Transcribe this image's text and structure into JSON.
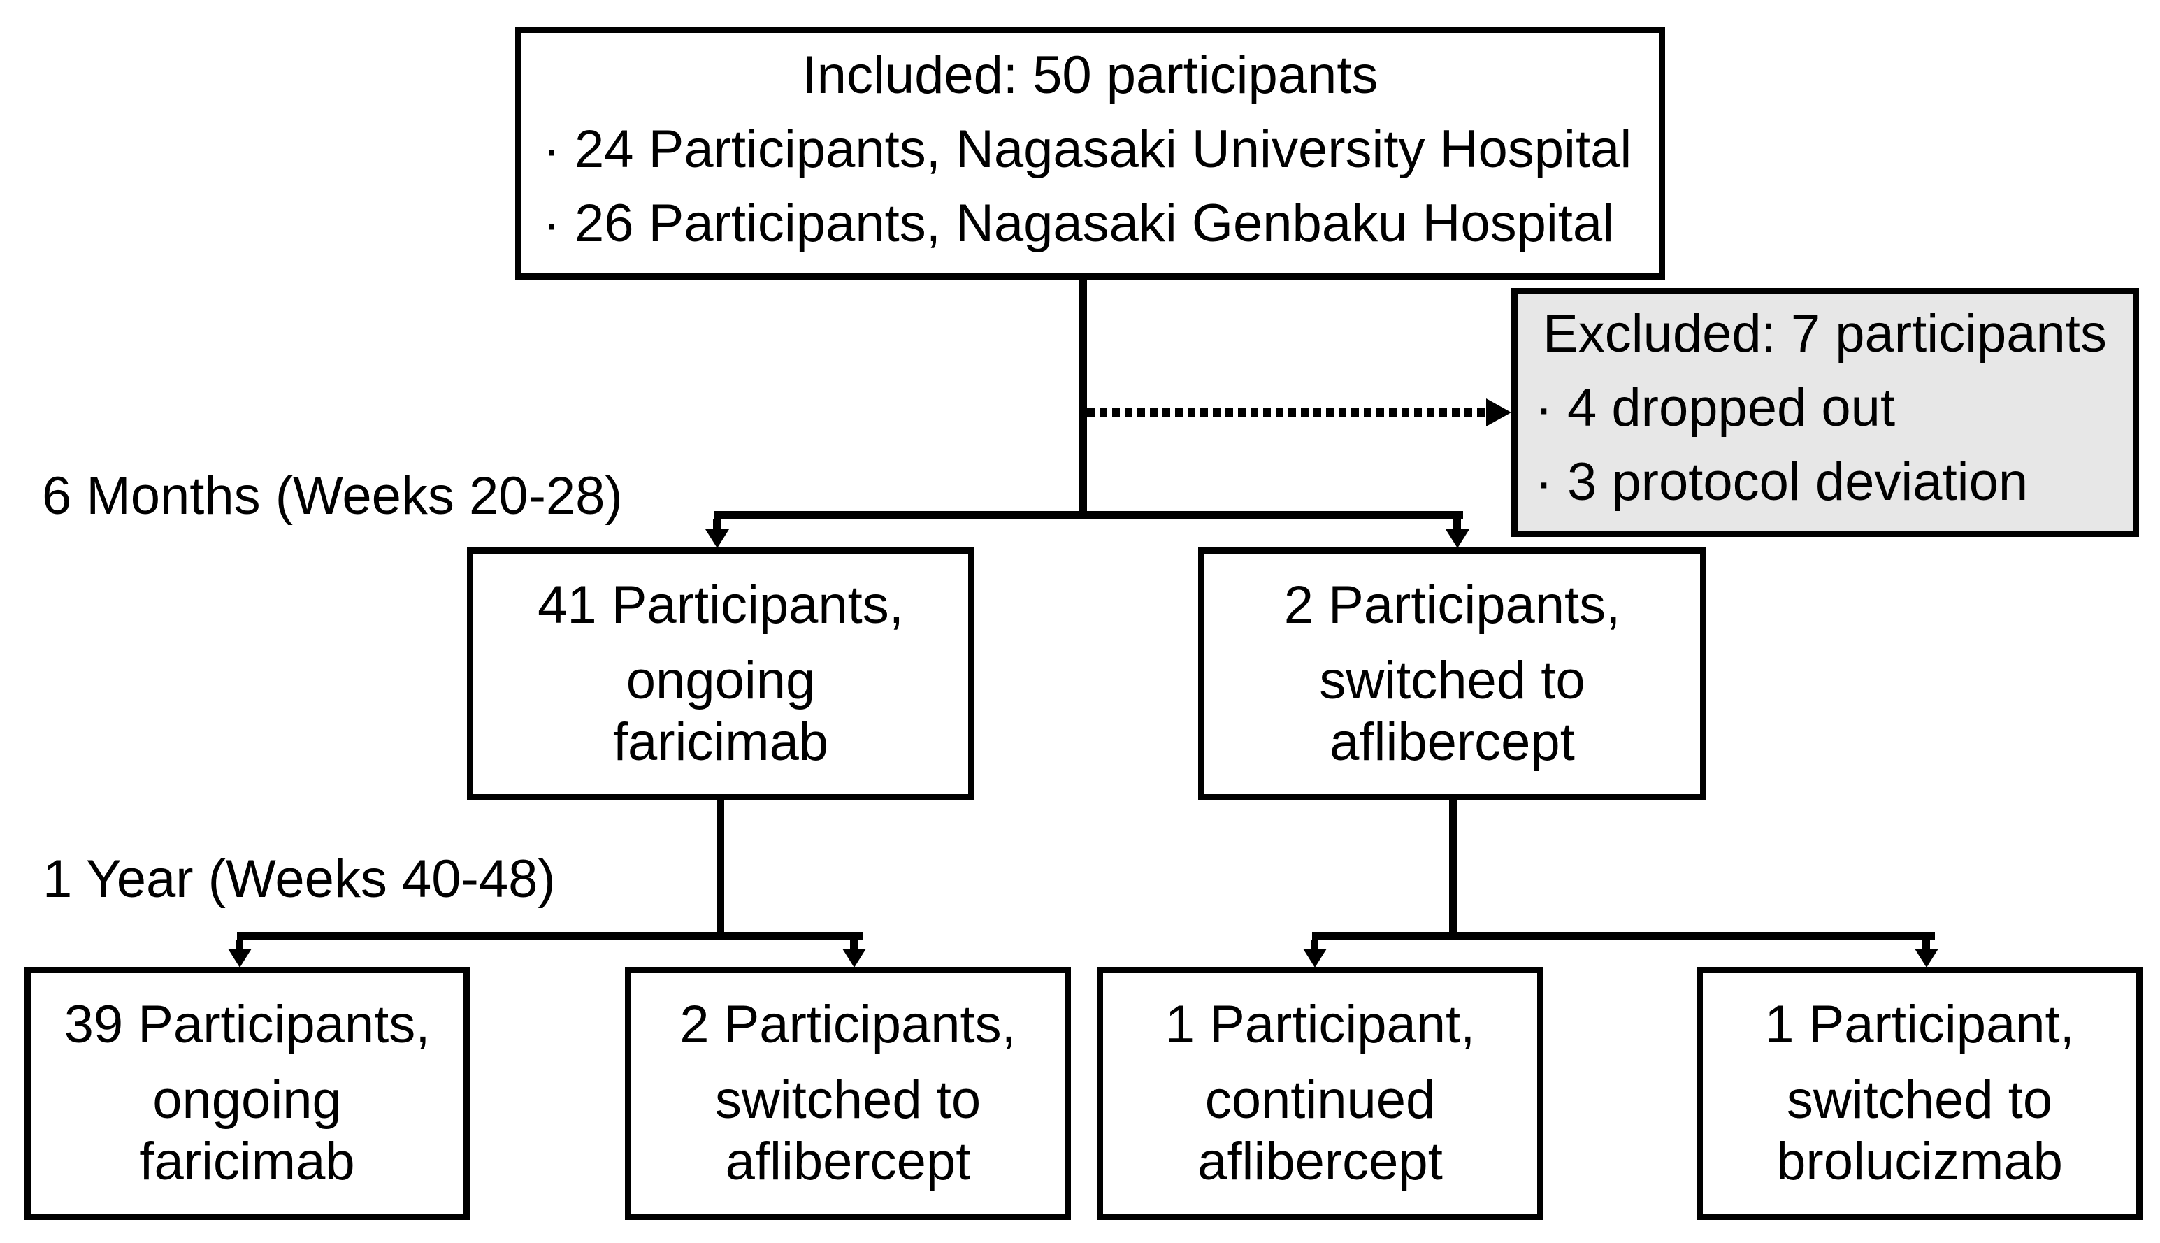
{
  "figure": {
    "colors": {
      "background": "#ffffff",
      "line": "#000000",
      "excluded_fill": "#e7e7e7"
    },
    "bullet_char": "·",
    "included_box": {
      "title": "Included: 50 participants",
      "bullets": [
        "24 Participants, Nagasaki University Hospital",
        "26 Participants, Nagasaki Genbaku Hospital"
      ]
    },
    "excluded_box": {
      "title": "Excluded: 7 participants",
      "bullets": [
        "4 dropped out",
        "3 protocol deviation"
      ]
    },
    "stage_labels": [
      "6 Months (Weeks 20-28)",
      "1 Year (Weeks 40-48)"
    ],
    "six_month_boxes": [
      {
        "count_line": "41 Participants,",
        "action_line1": "ongoing",
        "action_line2": "faricimab"
      },
      {
        "count_line": "2 Participants,",
        "action_line1": "switched to",
        "action_line2": "aflibercept"
      }
    ],
    "one_year_boxes": [
      {
        "count_line": "39 Participants,",
        "action_line1": "ongoing",
        "action_line2": "faricimab"
      },
      {
        "count_line": "2 Participants,",
        "action_line1": "switched to",
        "action_line2": "aflibercept"
      },
      {
        "count_line": "1 Participant,",
        "action_line1": "continued",
        "action_line2": "aflibercept"
      },
      {
        "count_line": "1 Participant,",
        "action_line1": "switched to",
        "action_line2": "brolucizmab"
      }
    ]
  }
}
